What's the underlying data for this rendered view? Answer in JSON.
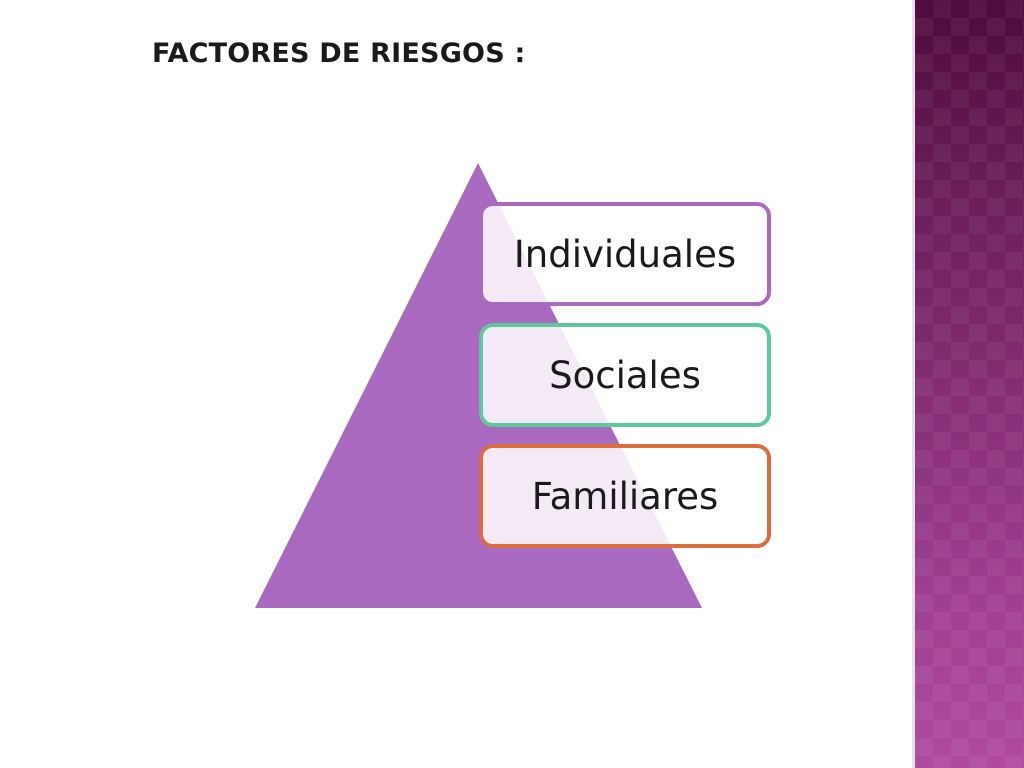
{
  "title": "FACTORES DE RIESGOS :",
  "diagram": {
    "type": "pyramid",
    "pyramid_color": "#a869bf",
    "levels": [
      {
        "label": "Individuales",
        "border_color": "#a869bf"
      },
      {
        "label": "Sociales",
        "border_color": "#5ec79b"
      },
      {
        "label": "Familiares",
        "border_color": "#d86d3d"
      }
    ]
  },
  "decoration": {
    "sidebar_colors": [
      "#4e0b3c",
      "#b04aa0"
    ]
  }
}
